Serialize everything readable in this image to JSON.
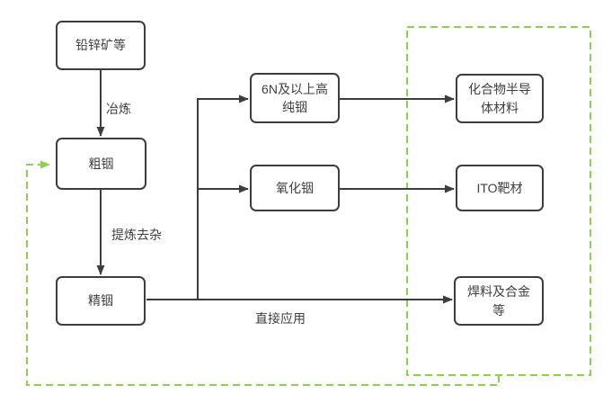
{
  "diagram": {
    "title_hint": "indium-production-flowchart",
    "nodes": {
      "ore": {
        "label": "铅锌矿等"
      },
      "crude": {
        "label": "粗铟"
      },
      "refined": {
        "label": "精铟"
      },
      "high_purity": {
        "label": "6N及以上高\n纯铟"
      },
      "oxide": {
        "label": "氧化铟"
      },
      "semiconductor": {
        "label": "化合物半导\n体材料"
      },
      "ito": {
        "label": "ITO靶材"
      },
      "solder": {
        "label": "焊料及合金\n等"
      }
    },
    "edge_labels": {
      "smelting": "冶炼",
      "refining": "提炼去杂",
      "direct_application": "直接应用"
    },
    "colors": {
      "line": "#3d3d3d",
      "box_border": "#3d3d3d",
      "text": "#3f3f3f",
      "recycle_green": "#8cd050",
      "background": "#ffffff"
    }
  }
}
